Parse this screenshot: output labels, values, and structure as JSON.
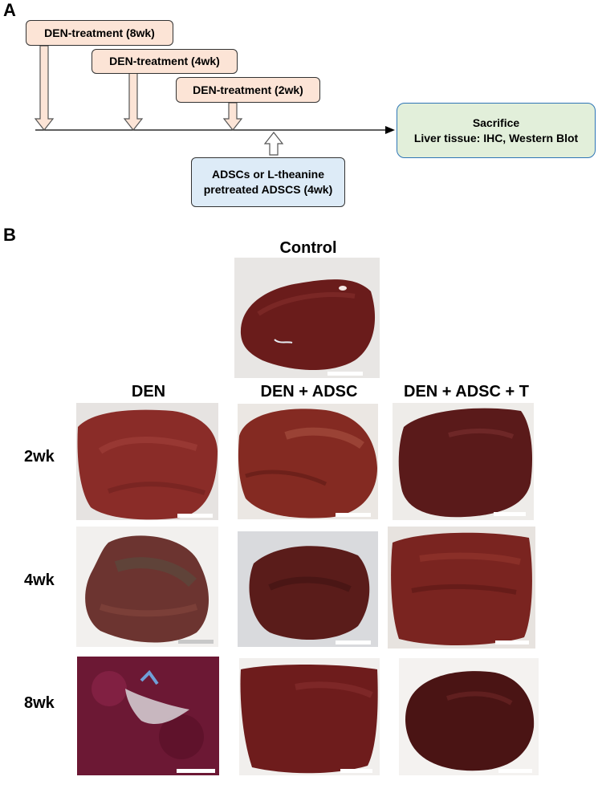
{
  "panel_a": {
    "letter": "A",
    "den_8wk": "DEN-treatment (8wk)",
    "den_4wk": "DEN-treatment (4wk)",
    "den_2wk": "DEN-treatment (2wk)",
    "adsc_line1": "ADSCs or L-theanine",
    "adsc_line2": "pretreated ADSCS (4wk)",
    "sacrifice_line1": "Sacrifice",
    "sacrifice_line2": "Liver tissue: IHC, Western Blot",
    "colors": {
      "den_fill": "#fce4d6",
      "adsc_fill": "#ddebf7",
      "sacrifice_fill": "#e2efda",
      "sacrifice_border": "#2e75b6"
    }
  },
  "panel_b": {
    "letter": "B",
    "control_label": "Control",
    "columns": [
      "DEN",
      "DEN + ADSC",
      "DEN + ADSC + T"
    ],
    "rows": [
      "2wk",
      "4wk",
      "8wk"
    ],
    "liver_color": "#6e1e1c"
  }
}
